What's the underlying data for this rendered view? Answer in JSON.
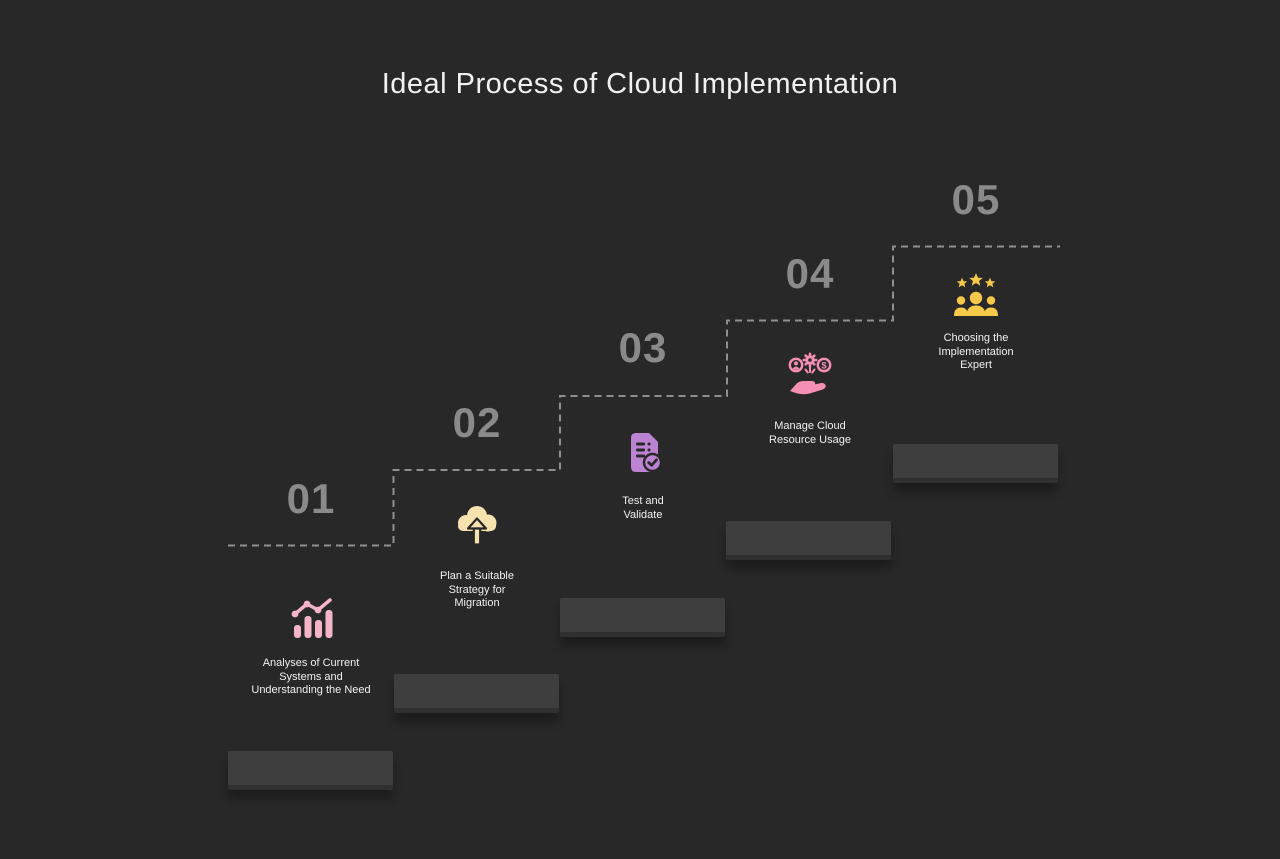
{
  "title": "Ideal Process of Cloud Implementation",
  "colors": {
    "background": "#282828",
    "title_text": "#f1f1f1",
    "step_number": "#8a8a8a",
    "dashed_line": "#8f8f8f",
    "label_text": "#f0f0f0",
    "placeholder_bar": "#3e3e3e"
  },
  "steps": [
    {
      "number": "01",
      "label": "Analyses of Current Systems and Understanding the Need",
      "icon": "bar-chart-trend-icon",
      "icon_color": "#f4b5c8"
    },
    {
      "number": "02",
      "label": "Plan a Suitable Strategy for Migration",
      "icon": "cloud-upload-icon",
      "icon_color": "#f8e3b0"
    },
    {
      "number": "03",
      "label": "Test and Validate",
      "icon": "document-check-icon",
      "icon_color": "#bb83d2"
    },
    {
      "number": "04",
      "label": "Manage Cloud Resource Usage",
      "icon": "hand-resources-icon",
      "icon_color": "#f58fb4"
    },
    {
      "number": "05",
      "label": "Choosing the Implementation Expert",
      "icon": "team-stars-icon",
      "icon_color": "#f7c94b"
    }
  ]
}
